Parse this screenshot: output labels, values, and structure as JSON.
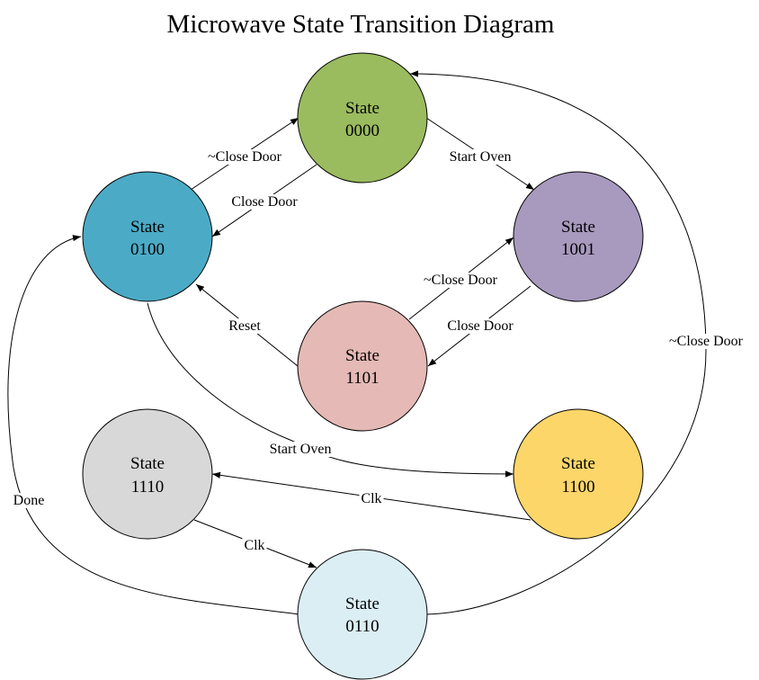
{
  "title": "Microwave State Transition Diagram",
  "states": {
    "s0000": {
      "label": "State",
      "code": "0000",
      "color": "#9bbb5f"
    },
    "s0100": {
      "label": "State",
      "code": "0100",
      "color": "#4babc6"
    },
    "s1001": {
      "label": "State",
      "code": "1001",
      "color": "#a899be"
    },
    "s1101": {
      "label": "State",
      "code": "1101",
      "color": "#e5b9b5"
    },
    "s1110": {
      "label": "State",
      "code": "1110",
      "color": "#d8d8d8"
    },
    "s1100": {
      "label": "State",
      "code": "1100",
      "color": "#fcd669"
    },
    "s0110": {
      "label": "State",
      "code": "0110",
      "color": "#dbeef4"
    }
  },
  "edges": {
    "e0100_0000": "~Close Door",
    "e0000_0100": "Close Door",
    "e0000_1001": "Start Oven",
    "e1101_1001": "~Close Door",
    "e1001_1101": "Close Door",
    "e1101_0100": "Reset",
    "e0100_1100": "Start Oven",
    "e1100_1110": "Clk",
    "e1110_0110": "Clk",
    "e0110_0100": "Done",
    "e0110_0000": "~Close Door"
  }
}
